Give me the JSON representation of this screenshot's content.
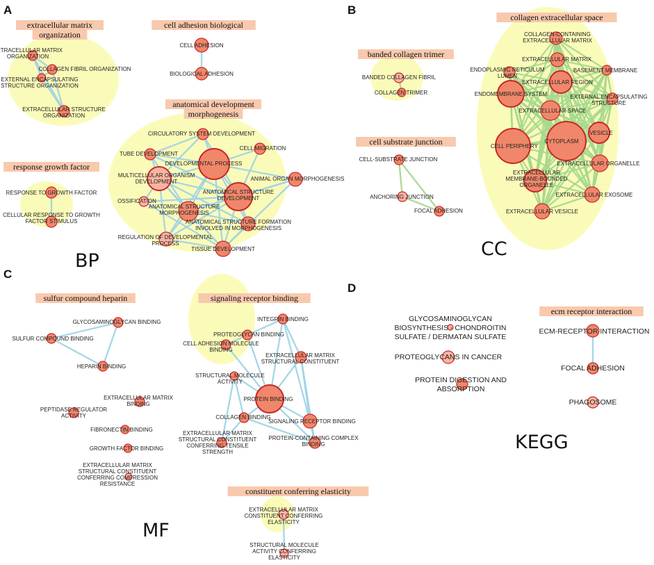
{
  "colors": {
    "cluster_fill": "#fbfbb9",
    "title_bg": "#f8c9ad",
    "node_fill": "#f0876a",
    "node_stroke": "#c8262a",
    "node_fill_light": "#f8b4a2",
    "edge_blue": "#9fd3e6",
    "edge_green": "#a6d88e"
  },
  "panels": [
    {
      "letter": "A",
      "category": "BP"
    },
    {
      "letter": "B",
      "category": "CC"
    },
    {
      "letter": "C",
      "category": "MF"
    },
    {
      "letter": "D",
      "category": "KEGG"
    }
  ],
  "clusters": {
    "a1": "extracellular matrix\norganization",
    "a2": "cell adhesion biological",
    "a3": "response growth factor",
    "a4": "anatomical development\nmorphogenesis",
    "b1": "banded collagen trimer",
    "b2": "cell substrate junction",
    "b3": "collagen extracellular space",
    "c1": "sulfur compound heparin",
    "c2": "signaling receptor binding",
    "c3": "constituent conferring elasticity",
    "d1": "ecm receptor interaction"
  },
  "nodes": {
    "A": {
      "ecm_org": "EXTRACELLULAR MATRIX\nORGANIZATION",
      "collagen_fibril_org": "COLLAGEN FIBRIL ORGANIZATION",
      "ext_encap_org": "EXTERNAL ENCAPSULATING\nSTRUCTURE ORGANIZATION",
      "ecs_org": "EXTRACELLULAR STRUCTURE\nORGANIZATION",
      "cell_adhesion": "CELL ADHESION",
      "biological_adhesion": "BIOLOGICAL ADHESION",
      "resp_growth": "RESPONSE TO GROWTH FACTOR",
      "cell_resp_growth": "CELLULAR RESPONSE TO GROWTH\nFACTOR STIMULUS",
      "circ_dev": "CIRCULATORY SYSTEM DEVELOPMENT",
      "cell_migration": "CELL MIGRATION",
      "tube_dev": "TUBE DEVELOPMENT",
      "dev_process": "DEVELOPMENTAL PROCESS",
      "multicell_dev": "MULTICELLULAR ORGANISM\nDEVELOPMENT",
      "animal_organ": "ANIMAL ORGAN MORPHOGENESIS",
      "ossification": "OSSIFICATION",
      "anat_struct_dev": "ANATOMICAL STRUCTURE\nDEVELOPMENT",
      "anat_struct_morph": "ANATOMICAL STRUCTURE\nMORPHOGENESIS",
      "anat_struct_form": "ANATOMICAL STRUCTURE FORMATION\nINVOLVED IN MORPHOGENESIS",
      "reg_dev": "REGULATION OF DEVELOPMENTAL\nPROCESS",
      "tissue_dev": "TISSUE DEVELOPMENT"
    },
    "B": {
      "banded_fibril": "BANDED COLLAGEN FIBRIL",
      "collagen_trimer": "COLLAGEN TRIMER",
      "csj": "CELL-SUBSTRATE JUNCTION",
      "anchoring": "ANCHORING JUNCTION",
      "focal_adhesion": "FOCAL ADHESION",
      "collagen_containing": "COLLAGEN-CONTAINING\nEXTRACELLULAR MATRIX",
      "ecm": "EXTRACELLULAR MATRIX",
      "er_lumen": "ENDOPLASMIC RETICULUM\nLUMEN",
      "basement": "BASEMENT MEMBRANE",
      "ext_region": "EXTRACELLULAR REGION",
      "endomembrane": "ENDOMEMBRANE SYSTEM",
      "ext_encap": "EXTERNAL ENCAPSULATING\nSTRUCTURE",
      "ext_space": "EXTRACELLULAR SPACE",
      "cell_periphery": "CELL PERIPHERY",
      "cytoplasm": "CYTOPLASM",
      "vesicle": "VESICLE",
      "ext_organelle": "EXTRACELLULAR ORGANELLE",
      "membrane_bounded": "EXTRACELLULAR\nMEMBRANE-BOUNDED\nORGANELLE",
      "exosome": "EXTRACELLULAR EXOSOME",
      "ext_vesicle": "EXTRACELLULAR VESICLE"
    },
    "C": {
      "gag_binding": "GLYCOSAMINOGLYCAN BINDING",
      "sulfur_binding": "SULFUR COMPOUND BINDING",
      "heparin_binding": "HEPARIN BINDING",
      "ecm_binding": "EXTRACELLULAR MATRIX\nBINDING",
      "peptidase": "PEPTIDASE REGULATOR\nACTIVITY",
      "fibronectin": "FIBRONECTIN BINDING",
      "growth_factor": "GROWTH FACTOR BINDING",
      "ecm_compression": "EXTRACELLULAR MATRIX\nSTRUCTURAL CONSTITUENT\nCONFERRING COMPRESSION\nRESISTANCE",
      "integrin": "INTEGRIN BINDING",
      "proteoglycan": "PROTEOGLYCAN BINDING",
      "cam_binding": "CELL ADHESION MOLECULE\nBINDING",
      "ecm_struct": "EXTRACELLULAR MATRIX\nSTRUCTURAL CONSTITUENT",
      "smol_activity": "STRUCTURAL MOLECULE\nACTIVITY",
      "protein_binding": "PROTEIN BINDING",
      "collagen_binding": "COLLAGEN BINDING",
      "srb": "SIGNALING RECEPTOR BINDING",
      "ecm_tensile": "EXTRACELLULAR MATRIX\nSTRUCTURAL CONSTITUENT\nCONFERRING TENSILE\nSTRENGTH",
      "protein_complex": "PROTEIN-CONTAINING COMPLEX\nBINDING",
      "ecm_elasticity": "EXTRACELLULAR MATRIX\nCONSTITUENT CONFERRING\nELASTICITY",
      "smol_elasticity": "STRUCTURAL MOLECULE\nACTIVITY CONFERRING\nELASTICITY"
    },
    "D": {
      "gag_biosynth": "GLYCOSAMINOGLYCAN\nBIOSYNTHESIS - CHONDROITIN\nSULFATE / DERMATAN SULFATE",
      "proteoglycans_cancer": "PROTEOGLYCANS IN CANCER",
      "protein_digestion": "PROTEIN DIGESTION AND\nABSORPTION",
      "ecm_receptor": "ECM-RECEPTOR INTERACTION",
      "focal_adhesion": "FOCAL ADHESION",
      "phagosome": "PHAGOSOME"
    }
  }
}
